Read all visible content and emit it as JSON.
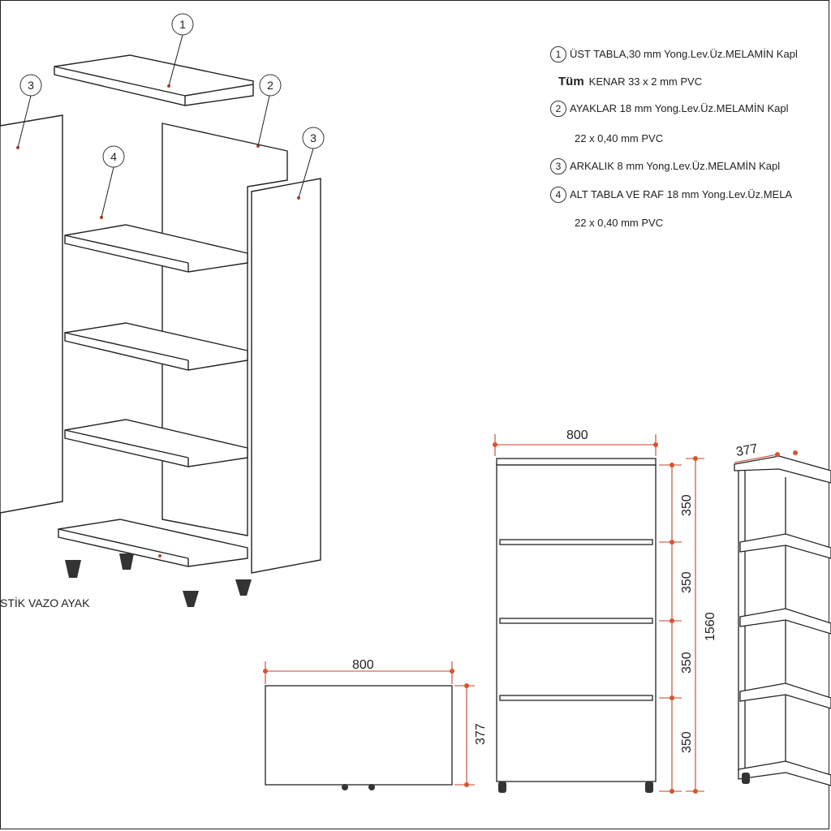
{
  "callouts": [
    "1",
    "2",
    "3",
    "4"
  ],
  "legend": [
    {
      "num": "1",
      "text": "ÜST TABLA,30 mm Yong.Lev.Üz.MELAMİN Kapl"
    },
    {
      "num": "",
      "bold": "Tüm",
      "text": "KENAR 33 x 2 mm PVC"
    },
    {
      "num": "2",
      "text": "AYAKLAR 18 mm  Yong.Lev.Üz.MELAMİN Kapl"
    },
    {
      "num": "",
      "text": "22 x 0,40 mm PVC"
    },
    {
      "num": "3",
      "text": "ARKALIK 8 mm    Yong.Lev.Üz.MELAMİN Kapl"
    },
    {
      "num": "4",
      "text": "ALT TABLA VE RAF 18 mm  Yong.Lev.Üz.MELA"
    },
    {
      "num": "",
      "text": "22 x 0,40 mm PVC"
    }
  ],
  "foot_label": "STİK VAZO AYAK",
  "dimensions": {
    "top_width": "800",
    "front_width": "800",
    "depth": "377",
    "side_depth": "377",
    "shelf_gap": "350",
    "total_height": "1560"
  },
  "colors": {
    "dim": "#c0432b",
    "line": "#222222",
    "accent": "#d9532b"
  }
}
